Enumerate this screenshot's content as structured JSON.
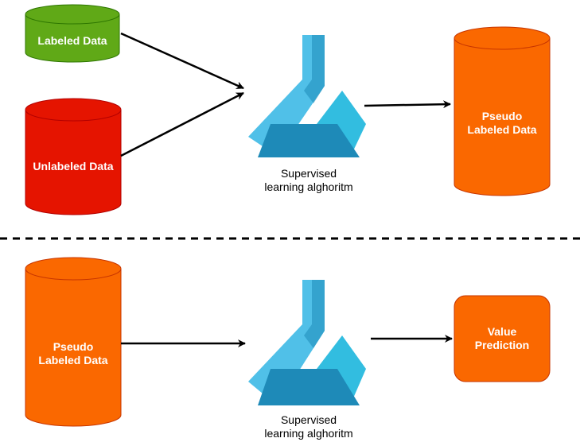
{
  "colors": {
    "green": "#60a917",
    "green_dark": "#2d7600",
    "red": "#e51400",
    "red_dark": "#b20000",
    "orange": "#fa6800",
    "orange_dark": "#c73500",
    "flask_light": "#50c0e8",
    "flask_mid": "#32bde0",
    "flask_dark": "#1e8ab8"
  },
  "top": {
    "labeled_data": "Labeled Data",
    "unlabeled_data": "Unlabeled Data",
    "algorithm_line1": "Supervised",
    "algorithm_line2": "learning alghoritm",
    "pseudo_line1": "Pseudo",
    "pseudo_line2": "Labeled Data"
  },
  "bottom": {
    "pseudo_line1": "Pseudo",
    "pseudo_line2": "Labeled Data",
    "algorithm_line1": "Supervised",
    "algorithm_line2": "learning alghoritm",
    "prediction_line1": "Value",
    "prediction_line2": "Prediction"
  },
  "icons": {
    "top_algorithm": "flask-icon",
    "bottom_algorithm": "flask-icon"
  }
}
